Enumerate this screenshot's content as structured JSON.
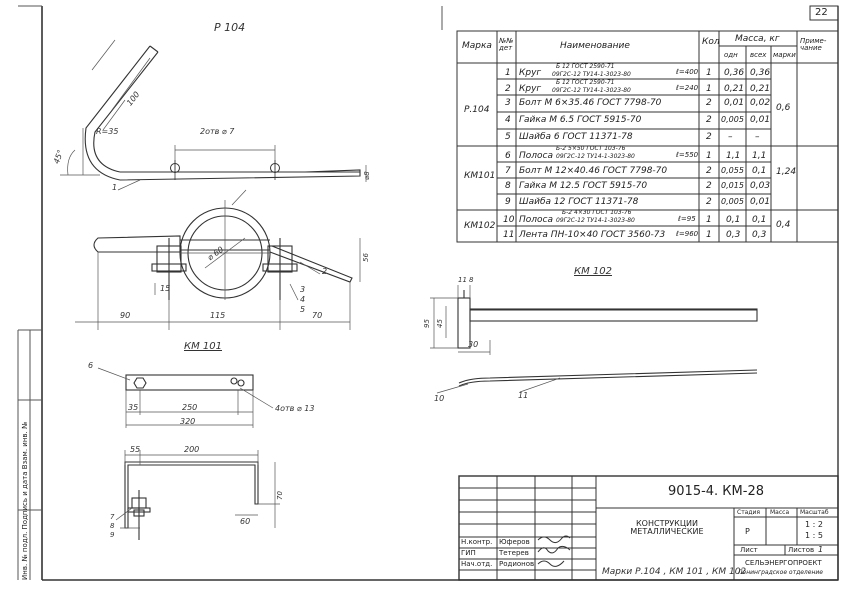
{
  "sheet": {
    "page_number": "22",
    "side_note": "Инв. № подл.  Подпись и дата  Взам. инв. №"
  },
  "views": {
    "p104_label": "Р 104",
    "km101_label": "КМ 101",
    "km102_label": "КМ 102",
    "dims_p104": {
      "r": "R=35",
      "len": "100",
      "angle": "45°",
      "holes": "2отв ⌀ 7",
      "h": "⌀8",
      "part": "1"
    },
    "dims_clamp": {
      "d": "⌀ 60",
      "left": "90",
      "mid": "115",
      "right": "70",
      "bolt": "15",
      "h": "56",
      "pos3": "3",
      "pos4": "4",
      "pos5": "5",
      "pos2": "2"
    },
    "dims_km101": {
      "a": "35",
      "b": "250",
      "c": "320",
      "holes": "4отв ⌀ 13",
      "part": "6"
    },
    "dims_km101_lower": {
      "a": "55",
      "b": "200",
      "c": "70",
      "d": "60",
      "p7": "7",
      "p8": "8",
      "p9": "9"
    },
    "dims_km102": {
      "a": "11",
      "b": "8",
      "c": "95",
      "d": "45",
      "e": "30",
      "p10": "10",
      "p11": "11"
    }
  },
  "spec_table": {
    "headers": {
      "mark": "Марка",
      "pos": "№№ дет",
      "name": "Наименование",
      "qty": "Кол",
      "mass": "Масса, кг",
      "mass_one": "одн",
      "mass_all": "всех",
      "mass_mark": "марки",
      "note": "Приме-чание"
    },
    "groups": [
      {
        "mark": "Р.104",
        "mass_mark": "0,6"
      },
      {
        "mark": "КМ101",
        "mass_mark": "1,24"
      },
      {
        "mark": "КМ102",
        "mass_mark": "0,4"
      }
    ],
    "rows": [
      {
        "pos": "1",
        "name": "Круг",
        "top": "Б 12   ГОСТ 2590-71",
        "bottom": "09Г2С-12   ТУ14-1-3023-80",
        "len": "ℓ=400",
        "qty": "1",
        "one": "0,36",
        "all": "0,36"
      },
      {
        "pos": "2",
        "name": "Круг",
        "top": "Б 12   ГОСТ 2590-71",
        "bottom": "09Г2С-12   ТУ14-1-3023-80",
        "len": "ℓ=240",
        "qty": "1",
        "one": "0,21",
        "all": "0,21"
      },
      {
        "pos": "3",
        "name": "Болт М 6×35.46   ГОСТ 7798-70",
        "top": "",
        "bottom": "",
        "len": "",
        "qty": "2",
        "one": "0,01",
        "all": "0,02"
      },
      {
        "pos": "4",
        "name": "Гайка М 6.5     ГОСТ 5915-70",
        "top": "",
        "bottom": "",
        "len": "",
        "qty": "2",
        "one": "0,005",
        "all": "0,01"
      },
      {
        "pos": "5",
        "name": "Шайба  6      ГОСТ 11371-78",
        "top": "",
        "bottom": "",
        "len": "",
        "qty": "2",
        "one": "–",
        "all": "–"
      },
      {
        "pos": "6",
        "name": "Полоса",
        "top": "Б-2  5×50   ГОСТ 103-76",
        "bottom": "09Г2С-12  ТУ14-1-3023-80",
        "len": "ℓ=550",
        "qty": "1",
        "one": "1,1",
        "all": "1,1"
      },
      {
        "pos": "7",
        "name": "Болт М 12×40.46   ГОСТ 7798-70",
        "top": "",
        "bottom": "",
        "len": "",
        "qty": "2",
        "one": "0,055",
        "all": "0,1"
      },
      {
        "pos": "8",
        "name": "Гайка М 12.5      ГОСТ 5915-70",
        "top": "",
        "bottom": "",
        "len": "",
        "qty": "2",
        "one": "0,015",
        "all": "0,03"
      },
      {
        "pos": "9",
        "name": "Шайба  12       ГОСТ 11371-78",
        "top": "",
        "bottom": "",
        "len": "",
        "qty": "2",
        "one": "0,005",
        "all": "0,01"
      },
      {
        "pos": "10",
        "name": "Полоса",
        "top": "Б-2  4×30   ГОСТ 103-76",
        "bottom": "09Г2С-12  ТУ14-1-3023-80",
        "len": "ℓ=95",
        "qty": "1",
        "one": "0,1",
        "all": "0,1"
      },
      {
        "pos": "11",
        "name": "Лента  ПН-10×40    ГОСТ 3560-73",
        "top": "",
        "bottom": "",
        "len": "ℓ=960",
        "qty": "1",
        "one": "0,3",
        "all": "0,3"
      }
    ]
  },
  "title_block": {
    "doc_code": "9015-4. КМ-28",
    "title": "КОНСТРУКЦИИ МЕТАЛЛИЧЕСКИЕ",
    "stage_h": "Стадия",
    "mass_h": "Масса",
    "scale_h": "Масштаб",
    "stage": "Р",
    "scale1": "1 : 2",
    "scale2": "1 : 5",
    "sheet_h": "Лист",
    "sheets_h": "Листов",
    "sheets": "1",
    "org1": "СЕЛЬЭНЕРГОПРОЕКТ",
    "org2": "Ленинградское отделение",
    "caption": "Марки  Р.104 , КМ 101 , КМ 102",
    "people": [
      {
        "role": "Н.контр.",
        "name": "Юферов"
      },
      {
        "role": "ГИП",
        "name": "Тетерев"
      },
      {
        "role": "Нач.отд.",
        "name": "Родионов"
      }
    ]
  }
}
